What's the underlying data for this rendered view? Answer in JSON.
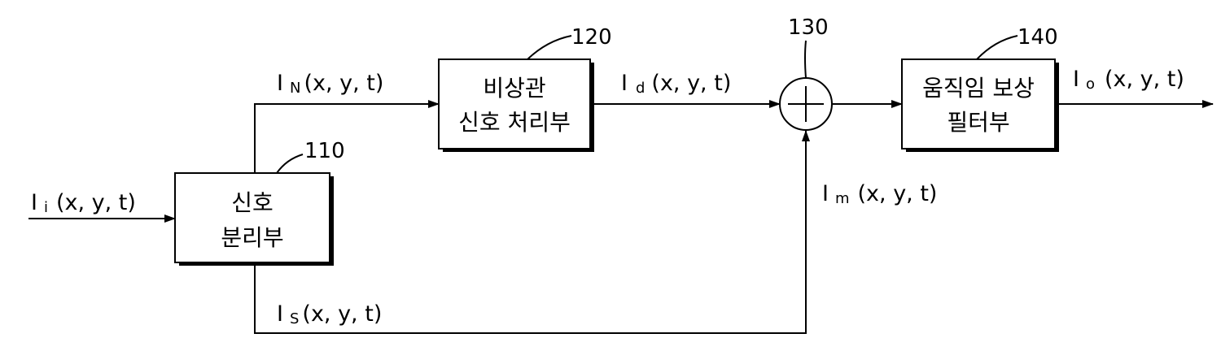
{
  "blocks": {
    "separator": {
      "ref": "110",
      "line1": "신호",
      "line2": "분리부"
    },
    "decorrelation": {
      "ref": "120",
      "line1": "비상관",
      "line2": "신호 처리부"
    },
    "adder": {
      "ref": "130",
      "symbol": "+"
    },
    "mc_filter": {
      "ref": "140",
      "line1": "움직임 보상",
      "line2": "필터부"
    }
  },
  "signals": {
    "input": {
      "main": "I",
      "sub": "i",
      "args": "(x, y, t)"
    },
    "noise": {
      "main": "I",
      "sub": "N",
      "args": "(x, y, t)"
    },
    "decor": {
      "main": "I",
      "sub": "d",
      "args": "(x, y, t)"
    },
    "motion": {
      "main": "I",
      "sub": "m",
      "args": "(x, y, t)"
    },
    "signal": {
      "main": "I",
      "sub": "S",
      "args": "(x, y, t)"
    },
    "output": {
      "main": "I",
      "sub": "o",
      "args": "(x, y, t)"
    }
  }
}
